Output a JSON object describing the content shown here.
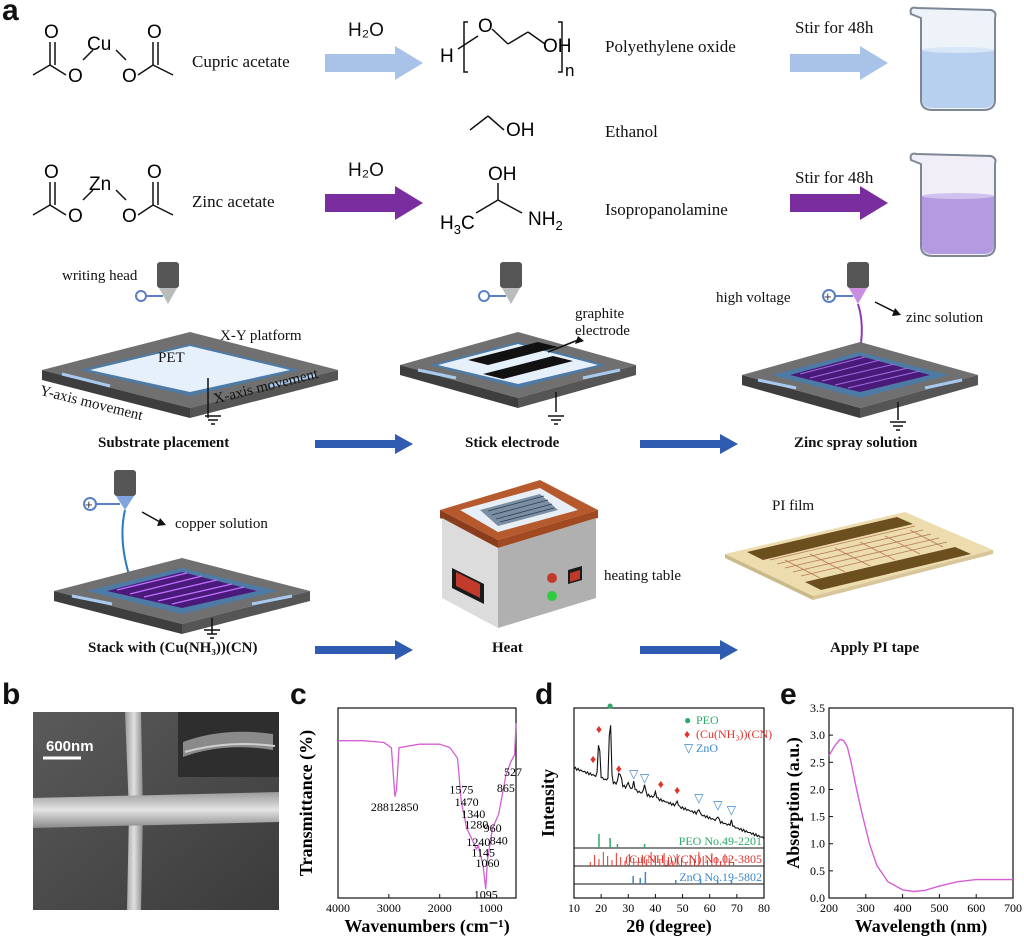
{
  "panel_a": {
    "letter": "a",
    "row1": {
      "reagent_label": "Cupric acetate",
      "solvent": "H₂O",
      "polymer_label": "Polyethylene oxide",
      "alcohol_label": "Ethanol",
      "stir_label": "Stir for 48h",
      "metal": "Cu"
    },
    "row2": {
      "reagent_label": "Zinc acetate",
      "solvent": "H₂O",
      "amine_label": "Isopropanolamine",
      "stir_label": "Stir for 48h",
      "metal": "Zn"
    },
    "process": {
      "writing_head": "writing head",
      "xy_platform": "X-Y platform",
      "pet": "PET",
      "y_axis": "Y-axis movement",
      "x_axis": "X-axis movement",
      "graphite_electrode_1": "graphite",
      "graphite_electrode_2": "electrode",
      "high_voltage": "high voltage",
      "zinc_solution": "zinc solution",
      "copper_solution": "copper solution",
      "heating_table": "heating table",
      "pi_film": "PI film",
      "steps": [
        "Substrate placement",
        "Stick electrode",
        "Zinc spray solution",
        "Stack with (Cu(NH₃))(CN)",
        "Heat",
        "Apply PI tape"
      ]
    }
  },
  "panel_b": {
    "letter": "b",
    "scale_bar": "600nm"
  },
  "panel_c": {
    "letter": "c",
    "chart_data": {
      "type": "line",
      "xlabel": "Wavenumbers (cm⁻¹)",
      "ylabel": "Transmittance (%)",
      "xlim": [
        4000,
        500
      ],
      "x_ticks": [
        "4000",
        "3000",
        "2000",
        "1000"
      ],
      "annotations": [
        "2881",
        "2850",
        "1575",
        "1470",
        "1340",
        "1280",
        "1240",
        "1145",
        "1095",
        "1060",
        "960",
        "840",
        "865",
        "527"
      ],
      "series": [
        {
          "x": [
            4000,
            3500,
            3100,
            2950,
            2881,
            2850,
            2800,
            2400,
            2000,
            1800,
            1650,
            1575,
            1470,
            1340,
            1280,
            1240,
            1145,
            1095,
            1060,
            960,
            840,
            700,
            600,
            527,
            500
          ],
          "y": [
            0.9,
            0.9,
            0.89,
            0.86,
            0.58,
            0.62,
            0.86,
            0.88,
            0.88,
            0.86,
            0.8,
            0.55,
            0.4,
            0.32,
            0.28,
            0.3,
            0.18,
            0.05,
            0.22,
            0.4,
            0.48,
            0.7,
            0.78,
            0.82,
            1.0
          ]
        }
      ],
      "color": "#d45fd4"
    }
  },
  "panel_d": {
    "letter": "d",
    "chart_data": {
      "type": "line",
      "xlabel": "2θ (degree)",
      "ylabel": "Intensity",
      "xlim": [
        10,
        80
      ],
      "x_ticks": [
        "10",
        "20",
        "30",
        "40",
        "50",
        "60",
        "70",
        "80"
      ],
      "legend": [
        {
          "symbol": "●",
          "label": "PEO",
          "color": "#2daa6a"
        },
        {
          "symbol": "♦",
          "label": "(Cu(NH₃))(CN)",
          "color": "#e0332b"
        },
        {
          "symbol": "▽",
          "label": "ZnO",
          "color": "#3a86c8"
        }
      ],
      "references": [
        {
          "label": "PEO  No.49-2201",
          "color": "#2daa6a"
        },
        {
          "label": "(Cu(NH₃))(CN)  No.02-3805",
          "color": "#e0332b"
        },
        {
          "label": "ZnO No.19-5802",
          "color": "#3a86c8"
        }
      ]
    }
  },
  "panel_e": {
    "letter": "e",
    "chart_data": {
      "type": "line",
      "xlabel": "Wavelength (nm)",
      "ylabel": "Absorption (a.u.)",
      "xlim": [
        200,
        700
      ],
      "ylim": [
        0.0,
        3.5
      ],
      "x_ticks": [
        "200",
        "300",
        "400",
        "500",
        "600",
        "700"
      ],
      "y_ticks": [
        "0.0",
        "0.5",
        "1.0",
        "1.5",
        "2.0",
        "2.5",
        "3.0",
        "3.5"
      ],
      "series": [
        {
          "x": [
            200,
            215,
            230,
            240,
            250,
            260,
            275,
            290,
            310,
            330,
            360,
            400,
            430,
            460,
            500,
            550,
            600,
            650,
            700
          ],
          "y": [
            2.62,
            2.8,
            2.92,
            2.9,
            2.78,
            2.5,
            2.0,
            1.55,
            1.0,
            0.6,
            0.3,
            0.15,
            0.12,
            0.14,
            0.22,
            0.3,
            0.34,
            0.34,
            0.34
          ]
        }
      ],
      "color": "#d45fd4"
    }
  }
}
